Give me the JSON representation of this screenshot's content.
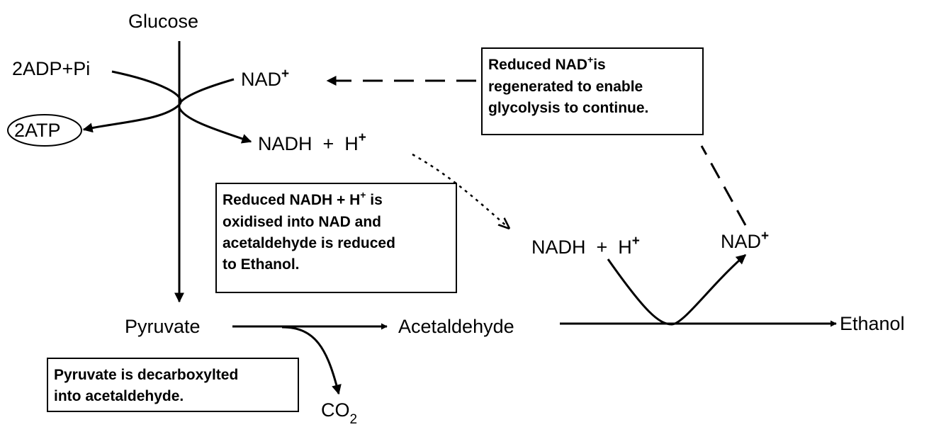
{
  "labels": {
    "glucose": "Glucose",
    "adp": "2ADP+Pi",
    "atp": "2ATP",
    "nad_top": "NAD",
    "nadh_top": "NADH  +  H",
    "nadh_right": "NADH  +  H",
    "nad_right": "NAD",
    "pyruvate": "Pyruvate",
    "acetaldehyde": "Acetaldehyde",
    "ethanol": "Ethanol",
    "co2": "CO",
    "co2_sub": "2",
    "plus": "+"
  },
  "notes": {
    "regenerated": {
      "line1_pre": "Reduced NAD",
      "line1_sup": "+",
      "line1_post": "is",
      "line2": "regenerated to enable",
      "line3": "glycolysis to continue."
    },
    "oxidised": {
      "line1_pre": "Reduced NADH + H",
      "line1_sup": "+",
      "line1_post": " is",
      "line2": "oxidised into NAD and",
      "line3": "acetaldehyde is reduced",
      "line4": "to Ethanol."
    },
    "decarboxylated": {
      "line1": "Pyruvate is decarboxylted",
      "line2": "into acetaldehyde."
    }
  },
  "colors": {
    "ink": "#000000",
    "background": "#ffffff"
  }
}
